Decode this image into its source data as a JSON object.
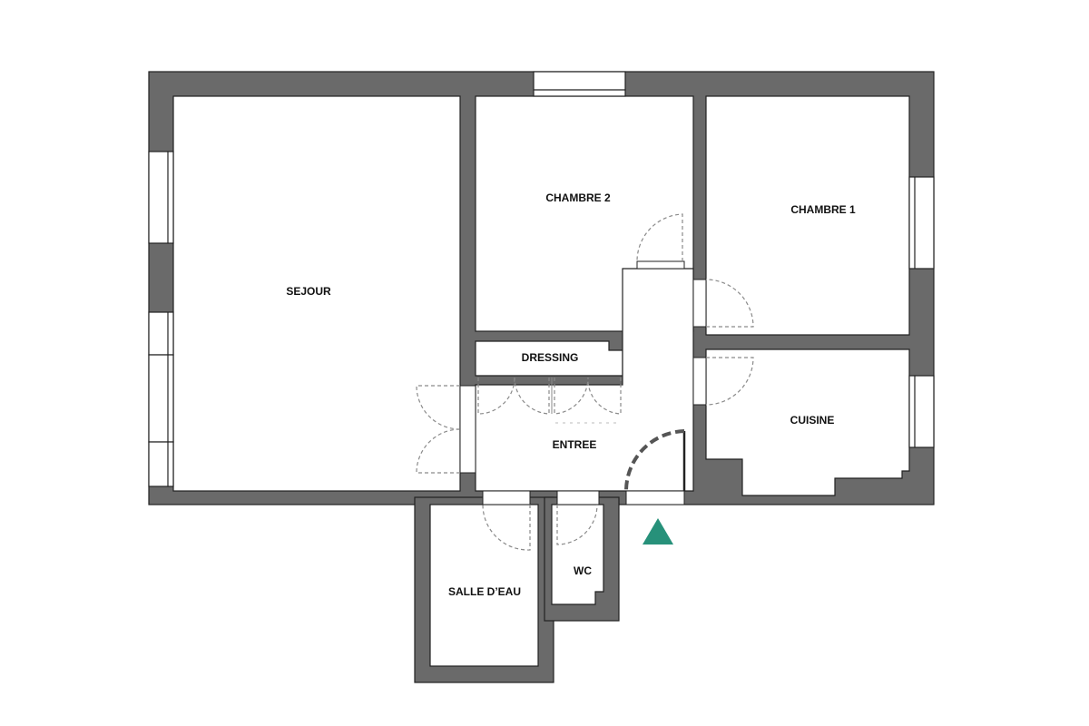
{
  "rooms": {
    "sejour": "SEJOUR",
    "chambre2": "CHAMBRE 2",
    "chambre1": "CHAMBRE 1",
    "dressing": "DRESSING",
    "entree": "ENTREE",
    "cuisine": "CUISINE",
    "salle_eau": "SALLE D’EAU",
    "wc": "WC"
  },
  "colors": {
    "wall": "#6a6a6a",
    "floor": "#ffffff",
    "entrance_marker": "#27917a"
  },
  "icons": {
    "entrance": "entrance-arrow-icon"
  }
}
